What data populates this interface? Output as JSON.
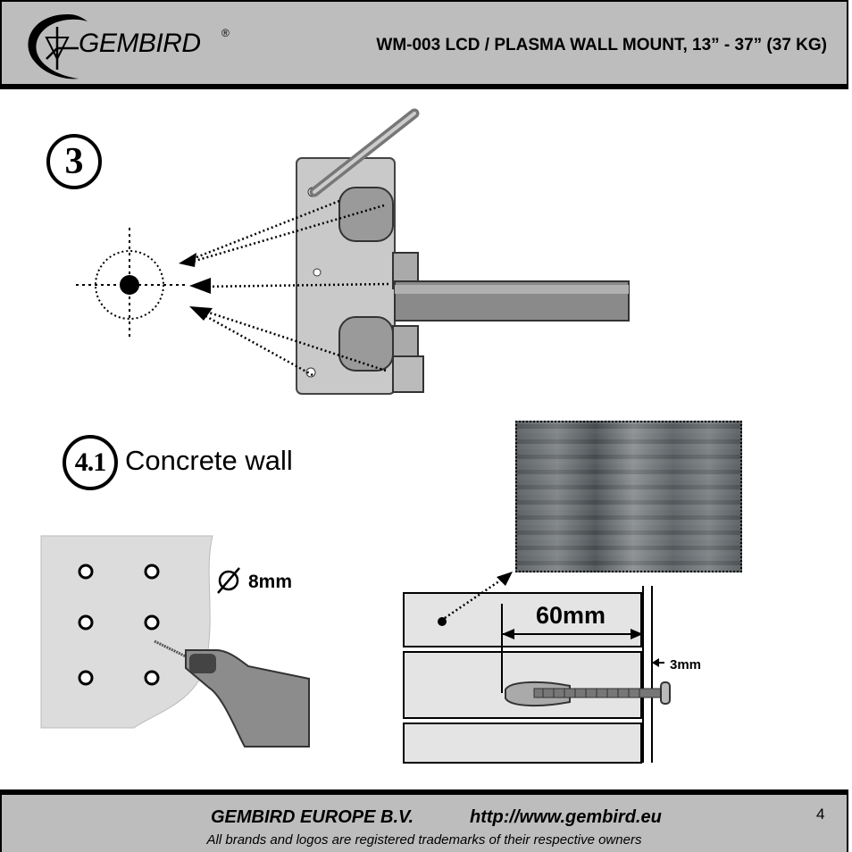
{
  "header": {
    "logo": {
      "text": "GEMBIRD",
      "registered": "®"
    },
    "title": "WM-003 LCD / PLASMA WALL MOUNT, 13” - 37” (37 KG)"
  },
  "step3": {
    "number": "3"
  },
  "step41": {
    "number": "4.1",
    "title": "Concrete wall",
    "drill_diameter_label": "8mm",
    "depth_label": "60mm",
    "gap_label": "3mm"
  },
  "footer": {
    "company": "GEMBIRD EUROPE B.V.",
    "url": "http://www.gembird.eu",
    "trademark_note": "All brands and logos are registered trademarks of their respective owners",
    "page_number": "4"
  },
  "colors": {
    "header_bg": "#bdbdbd",
    "rule": "#000000",
    "concrete": "#6b7073"
  }
}
